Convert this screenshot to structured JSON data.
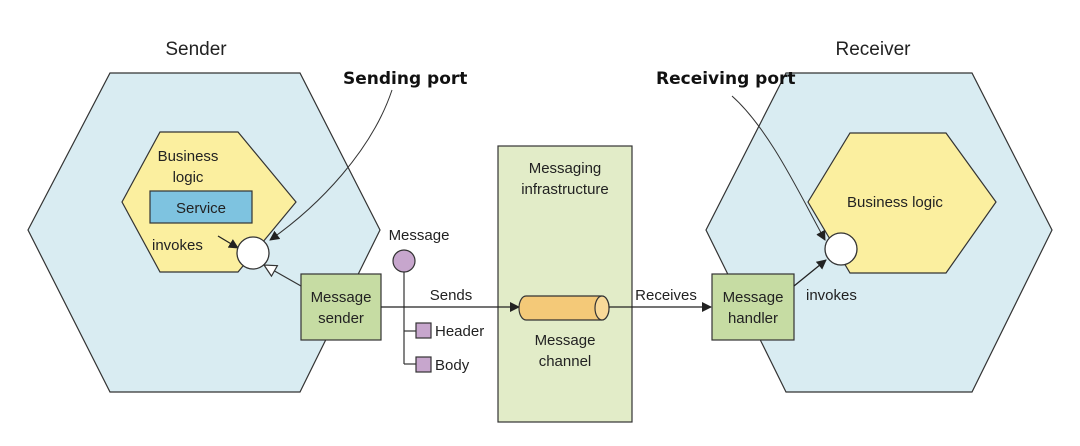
{
  "sender": {
    "title": "Sender",
    "business_logic_line1": "Business",
    "business_logic_line2": "logic",
    "service": "Service",
    "invokes": "invokes",
    "message_sender_line1": "Message",
    "message_sender_line2": "sender"
  },
  "sending_port_label": "Sending port",
  "message": {
    "label": "Message",
    "header": "Header",
    "body": "Body"
  },
  "sends_label": "Sends",
  "infrastructure": {
    "title_line1": "Messaging",
    "title_line2": "infrastructure",
    "channel_line1": "Message",
    "channel_line2": "channel"
  },
  "receives_label": "Receives",
  "receiver": {
    "title": "Receiver",
    "business_logic": "Business logic",
    "invokes": "invokes",
    "message_handler_line1": "Message",
    "message_handler_line2": "handler"
  },
  "receiving_port_label": "Receiving port",
  "colors": {
    "outer_hex": "#d9ecf2",
    "inner_hex": "#fbef9f",
    "service_box": "#7ec3e0",
    "adapter_box": "#c6dca3",
    "infrastructure": "#e2ecc8",
    "channel": "#f4c978",
    "message_node": "#c7a6cd",
    "stroke": "#333333"
  }
}
